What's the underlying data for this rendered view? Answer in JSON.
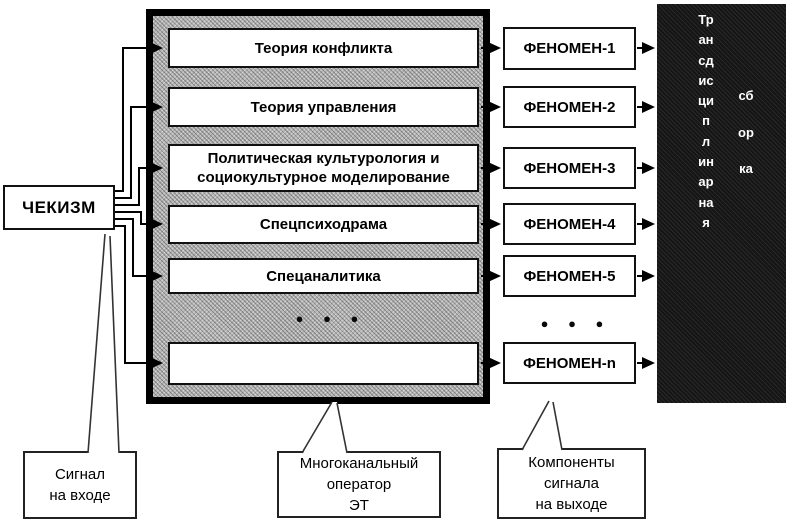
{
  "diagram": {
    "source_label": "ЧЕКИЗМ",
    "rows": [
      {
        "label": "Теория конфликта"
      },
      {
        "label": "Теория управления"
      },
      {
        "label": "Политическая культурология и\nсоциокультурное моделирование"
      },
      {
        "label": "Спецпсиходрама"
      },
      {
        "label": "Спецаналитика"
      },
      {
        "label": ""
      }
    ],
    "operator_ellipsis": "● ● ●",
    "phenomena": [
      "ФЕНОМЕН-1",
      "ФЕНОМЕН-2",
      "ФЕНОМЕН-3",
      "ФЕНОМЕН-4",
      "ФЕНОМЕН-5",
      "ФЕНОМЕН-n"
    ],
    "phenomena_ellipsis": "● ● ●",
    "assembly": {
      "word1": "Трансдисциплинарная",
      "word2": "сборка"
    },
    "callouts": [
      {
        "text": "Сигнал\nна входе"
      },
      {
        "text": "Многоканальный\nоператор\nЭТ"
      },
      {
        "text": "Компоненты\nсигнала\nна выходе"
      }
    ],
    "colors": {
      "frame_fill": "#b3b3b3",
      "frame_border": "#000000",
      "assembly_bg": "#151515",
      "assembly_text": "#ffffff",
      "box_bg": "#ffffff",
      "line_color": "#000000"
    }
  }
}
